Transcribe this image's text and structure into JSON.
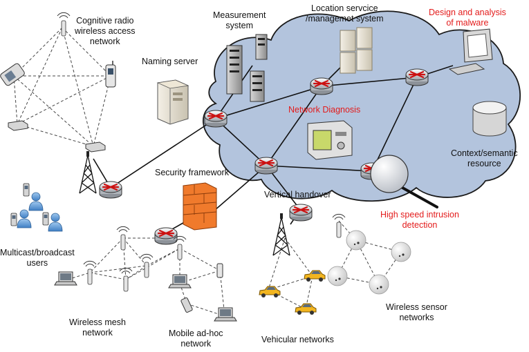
{
  "colors": {
    "cloud_fill": "#b3c4dd",
    "cloud_stroke": "#1a1a1a",
    "highlight_text": "#e31b1b",
    "router_arrow": "#cc1111",
    "firewall": "#f07a2c"
  },
  "labels": {
    "cognitive_radio": "Cognitive radio\nwireless access\nnetwork",
    "measurement_system": "Measurement\nsystem",
    "location_service": "Location servcice\n/managemet system",
    "design_analysis": "Design and analysis\nof malware",
    "naming_server": "Naming server",
    "network_diagnosis": "Network Diagnosis",
    "context_semantic": "Context/semantic\nresource",
    "security_framework": "Security framework",
    "vertical_handover": "Vertical handover",
    "high_speed_intrusion": "High speed intrusion\ndetection",
    "multicast_broadcast": "Multicast/broadcast\nusers",
    "wireless_mesh": "Wireless mesh\nnetwork",
    "mobile_adhoc": "Mobile ad-hoc\nnetwork",
    "vehicular_networks": "Vehicular networks",
    "wireless_sensor": "Wireless sensor\nnetworks"
  },
  "icons": [
    "router-icon",
    "server-tower-icon",
    "server-rack-icon",
    "monitor-workstation-icon",
    "database-cylinder-icon",
    "firewall-icon",
    "cell-tower-icon",
    "cellphone-icon",
    "laptop-icon",
    "user-group-icon",
    "car-icon",
    "sensor-node-icon",
    "magnifying-glass-icon",
    "access-point-icon",
    "analyzer-device-icon"
  ]
}
